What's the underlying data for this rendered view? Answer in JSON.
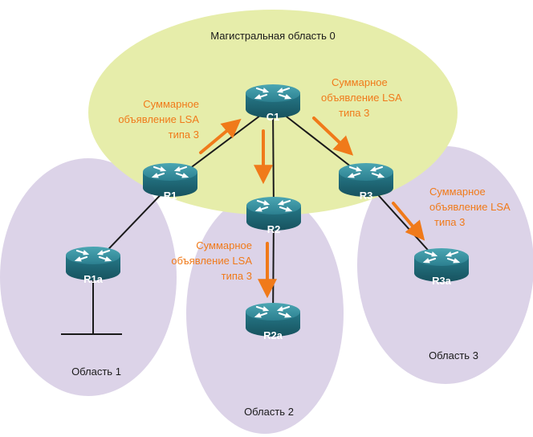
{
  "areas": {
    "backbone": "Магистральная область 0",
    "area1": "Область 1",
    "area2": "Область 2",
    "area3": "Область 3"
  },
  "routers": {
    "c1": "C1",
    "r1": "R1",
    "r2": "R2",
    "r3": "R3",
    "r1a": "R1a",
    "r2a": "R2a",
    "r3a": "R3a"
  },
  "lsa": {
    "line1": "Суммарное",
    "line2": "объявление LSA",
    "line3": "типа 3"
  },
  "colors": {
    "backbone_fill": "#e6edaa",
    "area_fill": "#dcd3e8",
    "router_body": "#1f6e7c",
    "router_top": "#3d97a5",
    "arrow": "#f07a1a",
    "link": "#1a1a1a"
  }
}
